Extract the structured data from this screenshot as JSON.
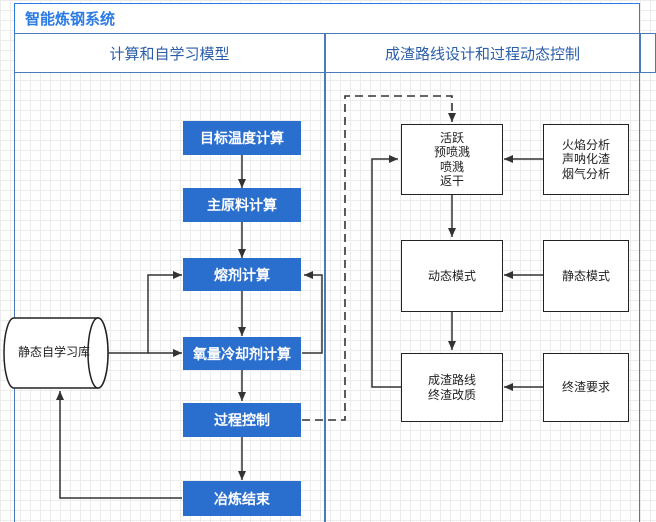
{
  "header": {
    "title": "智能炼钢系统"
  },
  "lanes": {
    "left": "计算和自学习模型",
    "right": "成渣路线设计和过程动态控制"
  },
  "left_flow": {
    "target_temp": "目标温度计算",
    "main_material": "主原料计算",
    "flux": "熔剂计算",
    "oxygen_coolant": "氧量冷却剂计算",
    "process_control": "过程控制",
    "end_smelt": "冶炼结束",
    "static_library": "静态自学习库"
  },
  "right_flow": {
    "active_box": [
      "活跃",
      "预喷溅",
      "喷溅",
      "返干"
    ],
    "flame_box": [
      "火焰分析",
      "声呐化渣",
      "烟气分析"
    ],
    "dynamic_model": "动态模式",
    "static_model": "静态模式",
    "slag_route": [
      "成渣路线",
      "终渣改质"
    ],
    "final_slag": "终渣要求"
  },
  "colors": {
    "title": "#2c7be5",
    "box_fill": "#2b6fce",
    "lane_border": "#4a7ab8"
  }
}
